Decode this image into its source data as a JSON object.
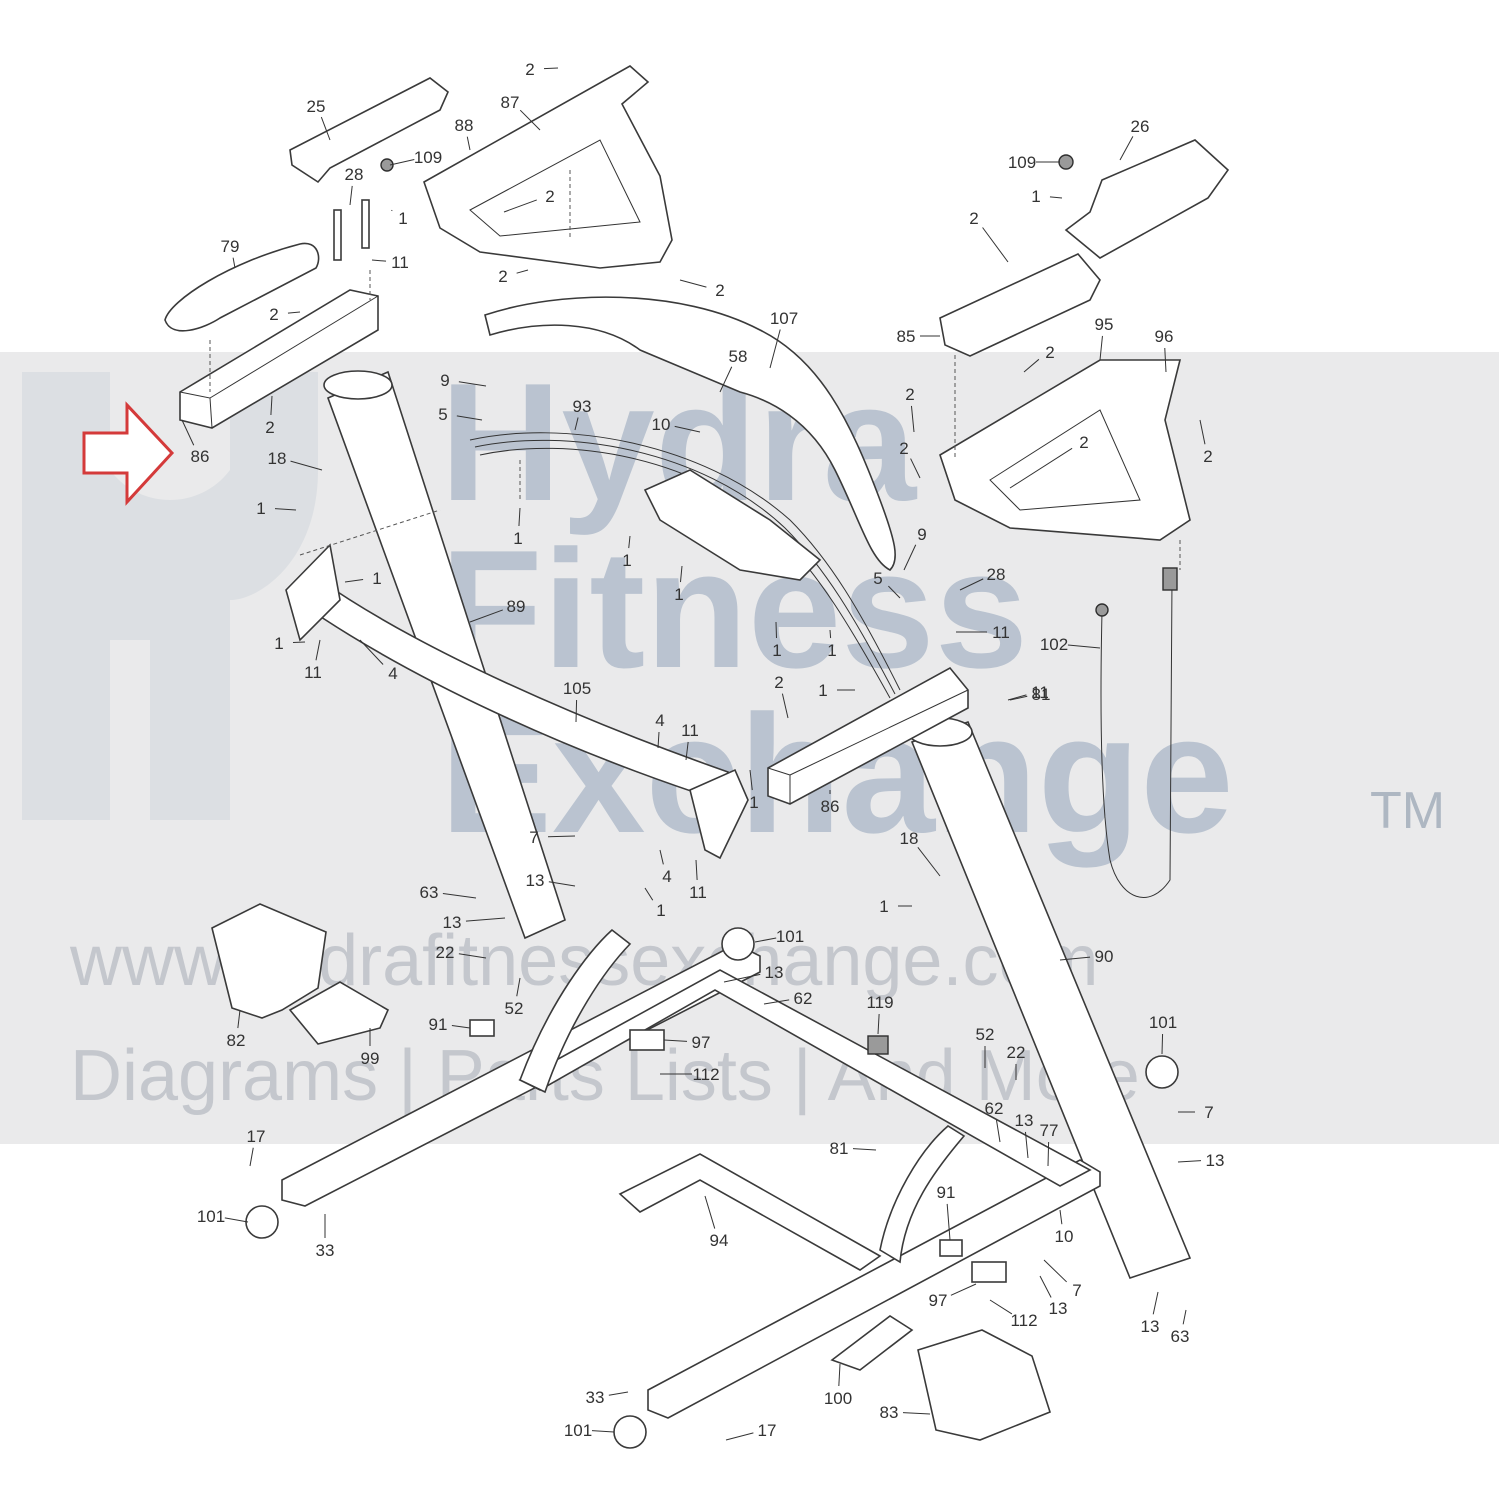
{
  "watermark": {
    "line1": "Hydra",
    "line2": "Fitness",
    "line3": "Exchange",
    "trademark": "TM",
    "url": "www.hydrafitnessexchange.com",
    "tagline": "Diagrams | Parts Lists | And More"
  },
  "highlight": {
    "indicator_icon": "arrow-right-icon",
    "indicator_color": "#d43a3a",
    "highlighted_part": "86"
  },
  "callouts": [
    {
      "id": "c2a",
      "label": "2"
    },
    {
      "id": "c87",
      "label": "87"
    },
    {
      "id": "c88",
      "label": "88"
    },
    {
      "id": "c25",
      "label": "25"
    },
    {
      "id": "c109a",
      "label": "109"
    },
    {
      "id": "c28a",
      "label": "28"
    },
    {
      "id": "c1a",
      "label": "1"
    },
    {
      "id": "c2b",
      "label": "2"
    },
    {
      "id": "c79",
      "label": "79"
    },
    {
      "id": "c11a",
      "label": "11"
    },
    {
      "id": "c2c",
      "label": "2"
    },
    {
      "id": "c2d",
      "label": "2"
    },
    {
      "id": "c2e",
      "label": "2"
    },
    {
      "id": "c26",
      "label": "26"
    },
    {
      "id": "c109b",
      "label": "109"
    },
    {
      "id": "c1b",
      "label": "1"
    },
    {
      "id": "c2f",
      "label": "2"
    },
    {
      "id": "c107",
      "label": "107"
    },
    {
      "id": "c85",
      "label": "85"
    },
    {
      "id": "c95",
      "label": "95"
    },
    {
      "id": "c96",
      "label": "96"
    },
    {
      "id": "c2g",
      "label": "2"
    },
    {
      "id": "c58",
      "label": "58"
    },
    {
      "id": "c9a",
      "label": "9"
    },
    {
      "id": "c5a",
      "label": "5"
    },
    {
      "id": "c93",
      "label": "93"
    },
    {
      "id": "c10a",
      "label": "10"
    },
    {
      "id": "c2h",
      "label": "2"
    },
    {
      "id": "c86a",
      "label": "86"
    },
    {
      "id": "c2i",
      "label": "2"
    },
    {
      "id": "c2j",
      "label": "2"
    },
    {
      "id": "c2k",
      "label": "2"
    },
    {
      "id": "c2l",
      "label": "2"
    },
    {
      "id": "c18a",
      "label": "18"
    },
    {
      "id": "c1c",
      "label": "1"
    },
    {
      "id": "c1d",
      "label": "1"
    },
    {
      "id": "c1e",
      "label": "1"
    },
    {
      "id": "c1f",
      "label": "1"
    },
    {
      "id": "c1g",
      "label": "1"
    },
    {
      "id": "c9b",
      "label": "9"
    },
    {
      "id": "c5b",
      "label": "5"
    },
    {
      "id": "c28b",
      "label": "28"
    },
    {
      "id": "c89",
      "label": "89"
    },
    {
      "id": "c1h",
      "label": "1"
    },
    {
      "id": "c11b",
      "label": "11"
    },
    {
      "id": "c1i",
      "label": "1"
    },
    {
      "id": "c1j",
      "label": "1"
    },
    {
      "id": "c11c",
      "label": "11"
    },
    {
      "id": "c102",
      "label": "102"
    },
    {
      "id": "c4a",
      "label": "4"
    },
    {
      "id": "c11d",
      "label": "11"
    },
    {
      "id": "c2m",
      "label": "2"
    },
    {
      "id": "c1k",
      "label": "1"
    },
    {
      "id": "c81a",
      "label": "81"
    },
    {
      "id": "c105",
      "label": "105"
    },
    {
      "id": "c4b",
      "label": "4"
    },
    {
      "id": "c11e",
      "label": "11"
    },
    {
      "id": "c1l",
      "label": "1"
    },
    {
      "id": "c86b",
      "label": "86"
    },
    {
      "id": "c7a",
      "label": "7"
    },
    {
      "id": "c13a",
      "label": "13"
    },
    {
      "id": "c4c",
      "label": "4"
    },
    {
      "id": "c11f",
      "label": "11"
    },
    {
      "id": "c1m",
      "label": "1"
    },
    {
      "id": "c18b",
      "label": "18"
    },
    {
      "id": "c1n",
      "label": "1"
    },
    {
      "id": "c63a",
      "label": "63"
    },
    {
      "id": "c13b",
      "label": "13"
    },
    {
      "id": "c101a",
      "label": "101"
    },
    {
      "id": "c22a",
      "label": "22"
    },
    {
      "id": "c52a",
      "label": "52"
    },
    {
      "id": "c13c",
      "label": "13"
    },
    {
      "id": "c62a",
      "label": "62"
    },
    {
      "id": "c90",
      "label": "90"
    },
    {
      "id": "c82",
      "label": "82"
    },
    {
      "id": "c99",
      "label": "99"
    },
    {
      "id": "c91a",
      "label": "91"
    },
    {
      "id": "c119",
      "label": "119"
    },
    {
      "id": "c97a",
      "label": "97"
    },
    {
      "id": "c112a",
      "label": "112"
    },
    {
      "id": "c52b",
      "label": "52"
    },
    {
      "id": "c22b",
      "label": "22"
    },
    {
      "id": "c101b",
      "label": "101"
    },
    {
      "id": "c7b",
      "label": "7"
    },
    {
      "id": "c13d",
      "label": "13"
    },
    {
      "id": "c62b",
      "label": "62"
    },
    {
      "id": "c13e",
      "label": "13"
    },
    {
      "id": "c77",
      "label": "77"
    },
    {
      "id": "c17a",
      "label": "17"
    },
    {
      "id": "c81b",
      "label": "81"
    },
    {
      "id": "c101c",
      "label": "101"
    },
    {
      "id": "c33a",
      "label": "33"
    },
    {
      "id": "c94",
      "label": "94"
    },
    {
      "id": "c91b",
      "label": "91"
    },
    {
      "id": "c10b",
      "label": "10"
    },
    {
      "id": "c7c",
      "label": "7"
    },
    {
      "id": "c13f",
      "label": "13"
    },
    {
      "id": "c97b",
      "label": "97"
    },
    {
      "id": "c112b",
      "label": "112"
    },
    {
      "id": "c13g",
      "label": "13"
    },
    {
      "id": "c63b",
      "label": "63"
    },
    {
      "id": "c100",
      "label": "100"
    },
    {
      "id": "c83",
      "label": "83"
    },
    {
      "id": "c33b",
      "label": "33"
    },
    {
      "id": "c101d",
      "label": "101"
    },
    {
      "id": "c17b",
      "label": "17"
    }
  ]
}
